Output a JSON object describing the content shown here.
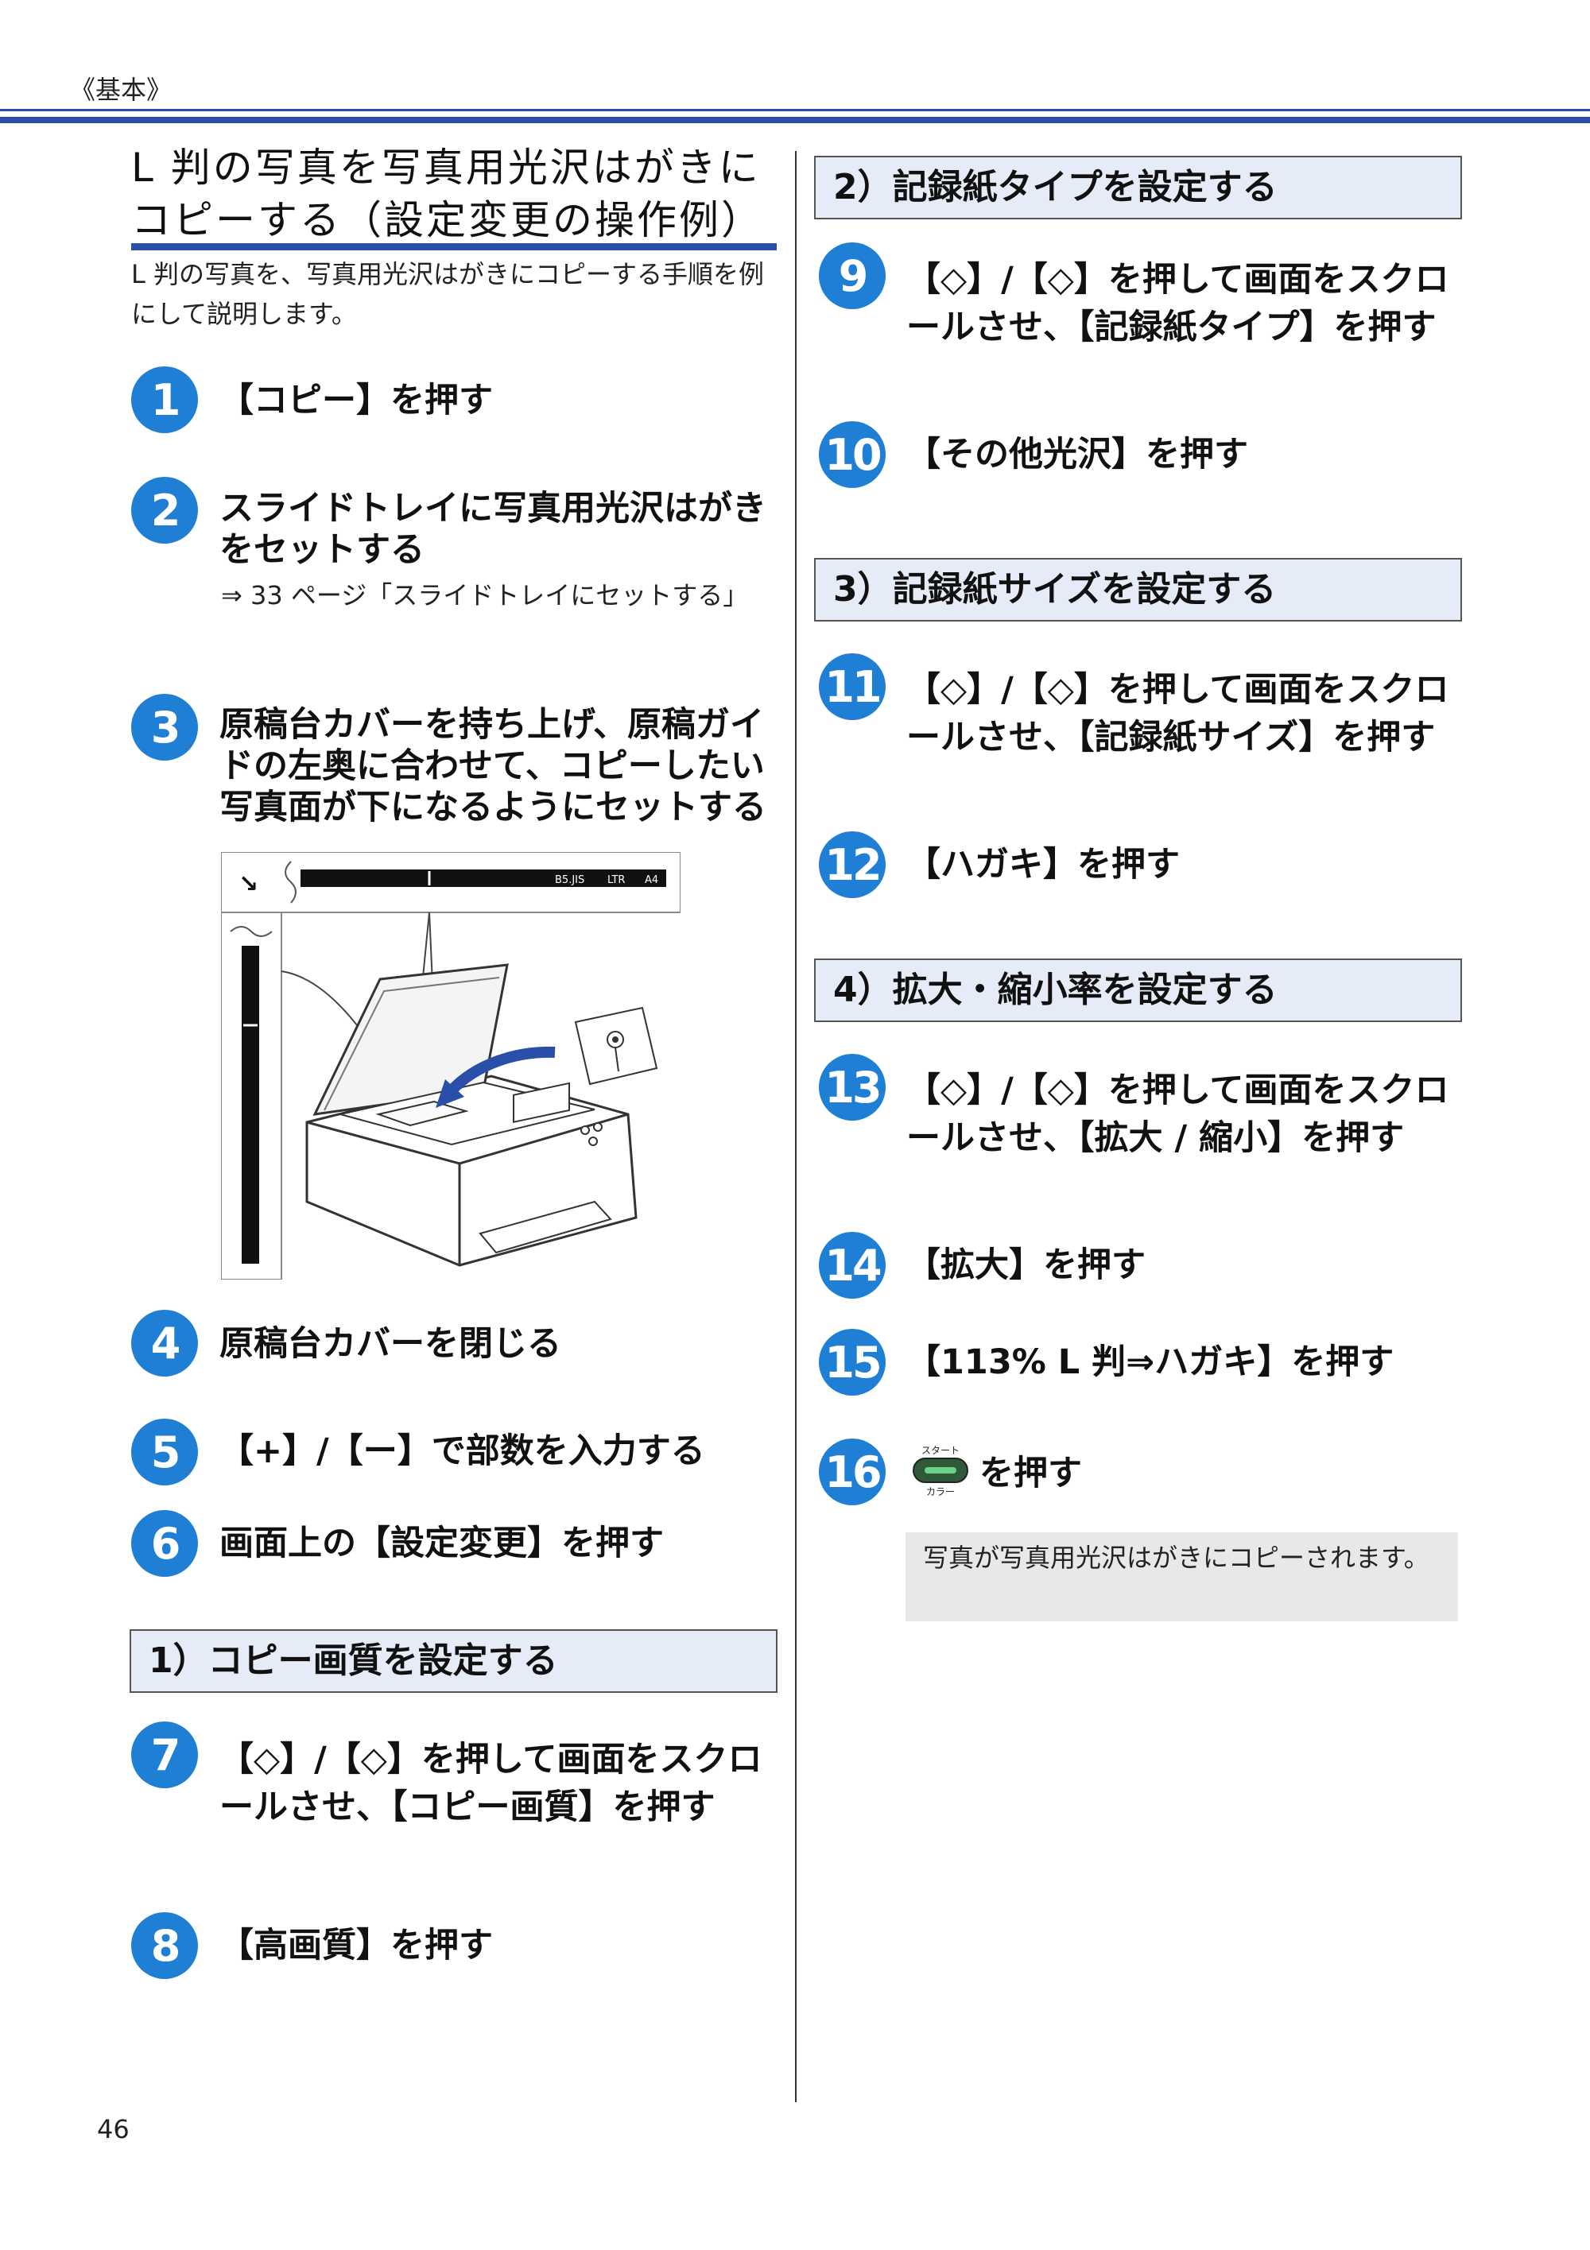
{
  "header": {
    "section_label": "《基本》"
  },
  "title": "L 判の写真を写真用光沢はがきにコピーする（設定変更の操作例）",
  "intro": "L 判の写真を、写真用光沢はがきにコピーする手順を例にして説明します。",
  "figure": {
    "tick_labels": [
      "B5.JIS",
      "LTR",
      "A4"
    ],
    "arrow": "↘"
  },
  "steps": [
    {
      "num": "1",
      "text": "【コピー】を押す"
    },
    {
      "num": "2",
      "text": "スライドトレイに写真用光沢はがきをセットする",
      "note": "⇒ 33 ページ「スライドトレイにセットする」"
    },
    {
      "num": "3",
      "text": "原稿台カバーを持ち上げ、原稿ガイドの左奥に合わせて、コピーしたい写真面が下になるようにセットする"
    },
    {
      "num": "4",
      "text": "原稿台カバーを閉じる"
    },
    {
      "num": "5",
      "text": "【+】/【ー】で部数を入力する"
    },
    {
      "num": "6",
      "text": "画面上の【設定変更】を押す"
    },
    {
      "num": "7",
      "text": "【◇】/【◇】を押して画面をスクロールさせ、【コピー画質】を押す"
    },
    {
      "num": "8",
      "text": "【高画質】を押す"
    },
    {
      "num": "9",
      "text": "【◇】/【◇】を押して画面をスクロールさせ、【記録紙タイプ】を押す"
    },
    {
      "num": "10",
      "text": "【その他光沢】を押す"
    },
    {
      "num": "11",
      "text": "【◇】/【◇】を押して画面をスクロールさせ、【記録紙サイズ】を押す"
    },
    {
      "num": "12",
      "text": "【ハガキ】を押す"
    },
    {
      "num": "13",
      "text": "【◇】/【◇】を押して画面をスクロールさせ、【拡大 / 縮小】を押す"
    },
    {
      "num": "14",
      "text": "【拡大】を押す"
    },
    {
      "num": "15",
      "text": "【113% L 判⇒ハガキ】を押す"
    },
    {
      "num": "16",
      "text": "を押す"
    }
  ],
  "subheads": [
    "1）コピー画質を設定する",
    "2）記録紙タイプを設定する",
    "3）記録紙サイズを設定する",
    "4）拡大・縮小率を設定する"
  ],
  "start_button": {
    "top_label": "スタート",
    "bottom_label": "カラー"
  },
  "result_note": "写真が写真用光沢はがきにコピーされます。",
  "page_number": "46",
  "colors": {
    "accent": "#2a4fa8",
    "step_badge": "#1e7fd4",
    "subhead_bg": "#e6ecf7"
  }
}
